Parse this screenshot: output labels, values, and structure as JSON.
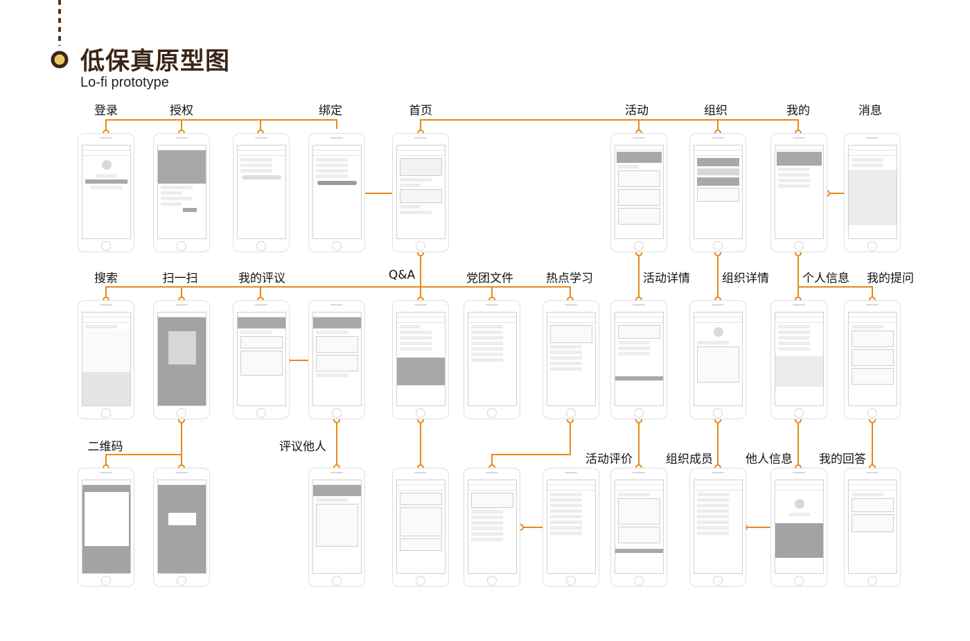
{
  "header": {
    "title": "低保真原型图",
    "subtitle": "Lo-fi prototype"
  },
  "labels": {
    "login": "登录",
    "authorize": "授权",
    "bind": "绑定",
    "home": "首页",
    "activity": "活动",
    "organization": "组织",
    "mine": "我的",
    "messages": "消息",
    "search": "搜索",
    "scan": "扫一扫",
    "my_comments": "我的评议",
    "qa": "Q&A",
    "party_docs": "党团文件",
    "hot_study": "热点学习",
    "activity_detail": "活动详情",
    "org_detail": "组织详情",
    "personal_info": "个人信息",
    "my_questions": "我的提问",
    "qr_code": "二维码",
    "review_others": "评议他人",
    "activity_review": "活动评价",
    "org_members": "组织成员",
    "others_info": "他人信息",
    "my_answers": "我的回答"
  },
  "colors": {
    "accent": "#e58a17",
    "title": "#3a2418",
    "marker_fill": "#e8c866",
    "header_dash": "#5a3320"
  }
}
